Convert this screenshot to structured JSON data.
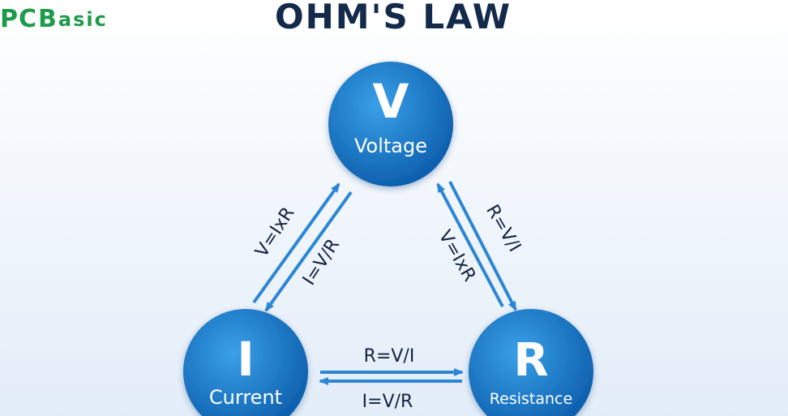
{
  "brand": {
    "logo_pc": "PC",
    "logo_b": "B",
    "logo_asic": "asic",
    "color": "#1f9a4a"
  },
  "title": "OHM'S LAW",
  "colors": {
    "node_light": "#3aa0e8",
    "node_dark": "#0b5cab",
    "arrow": "#2c86d6",
    "text_dark": "#13233f"
  },
  "nodes": {
    "voltage": {
      "letter": "V",
      "label": "Voltage"
    },
    "current": {
      "letter": "I",
      "label": "Current"
    },
    "resistance": {
      "letter": "R",
      "label": "Resistance"
    }
  },
  "edges": {
    "left": {
      "outer": "V=IxR",
      "inner": "I=V/R"
    },
    "right": {
      "outer": "R=V/I",
      "inner": "V=IxR"
    },
    "bottom": {
      "top": "R=V/I",
      "bottom": "I=V/R"
    }
  }
}
